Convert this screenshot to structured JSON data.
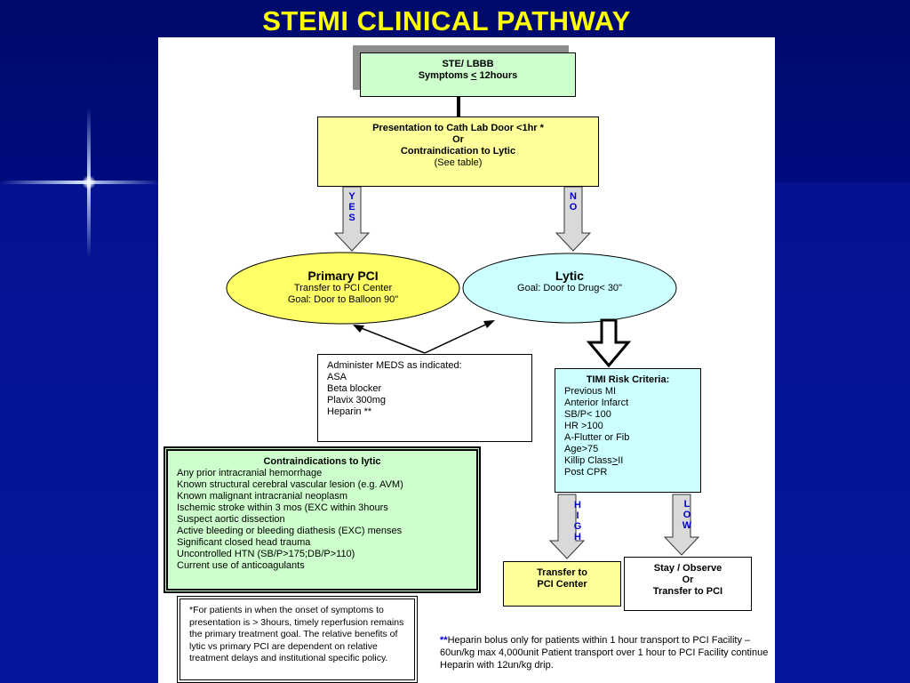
{
  "title": "STEMI CLINICAL PATHWAY",
  "ste_box": {
    "line1": "STE/ LBBB",
    "line2_pre": "Symptoms ",
    "line2_sym": "<",
    "line2_post": " 12hours"
  },
  "presentation_box": {
    "line1": "Presentation to Cath Lab Door <1hr   *",
    "line2": "Or",
    "line3": "Contraindication to Lytic",
    "line4": "(See table)"
  },
  "yes_label": [
    "Y",
    "E",
    "S"
  ],
  "no_label": [
    "N",
    "O"
  ],
  "primary_pci": {
    "title": "Primary PCI",
    "line1": "Transfer to PCI Center",
    "line2": "Goal: Door to Balloon 90\""
  },
  "lytic": {
    "title": "Lytic",
    "line1": "Goal: Door to Drug< 30\""
  },
  "meds_box": [
    "Administer MEDS as indicated:",
    "ASA",
    "Beta blocker",
    "Plavix 300mg",
    "Heparin **"
  ],
  "timi_box": {
    "heading": "TIMI Risk Criteria:",
    "items": [
      "Previous MI",
      "Anterior Infarct",
      "SB/P< 100",
      "HR >100",
      "A-Flutter or Fib",
      "Age>75"
    ],
    "killip_pre": "Killip Class",
    "killip_sym": ">",
    "killip_post": "II",
    "last": "Post CPR"
  },
  "contraindications": {
    "heading": "Contraindications to lytic",
    "items": [
      "Any prior intracranial hemorrhage",
      "Known structural cerebral vascular lesion (e.g. AVM)",
      "Known malignant intracranial neoplasm",
      "Ischemic stroke within 3 mos (EXC  within 3hours",
      "Suspect aortic dissection",
      "Active bleeding or bleeding diathesis (EXC) menses",
      "Significant closed head trauma",
      "Uncontrolled HTN (SB/P>175;DB/P>110)",
      "Current use of anticoagulants"
    ]
  },
  "high_label": [
    "H",
    "I",
    "G",
    "H"
  ],
  "low_label": [
    "L",
    "O",
    "W"
  ],
  "transfer_box": {
    "line1": "Transfer to",
    "line2": "PCI Center"
  },
  "stay_box": {
    "line1": "Stay / Observe",
    "line2": "Or",
    "line3": "Transfer to PCI"
  },
  "footnote_star": "*For patients in when the onset of symptoms to presentation is > 3hours, timely reperfusion remains the primary treatment goal. The relative benefits of lytic vs primary PCI are dependent on relative treatment delays and institutional specific policy.",
  "footnote_heparin": {
    "marker": "**",
    "text": "Heparin bolus only for patients within 1 hour transport to PCI Facility – 60un/kg max 4,000unit Patient transport over 1 hour to PCI Facility continue Heparin with 12un/kg drip."
  },
  "colors": {
    "background": "#000c7e",
    "title": "#ffff00",
    "light_green": "#ccffcc",
    "light_yellow": "#ffff99",
    "light_cyan": "#ccffff",
    "arrow_gray": "#d9d9d9",
    "label_blue": "#0000cc"
  }
}
